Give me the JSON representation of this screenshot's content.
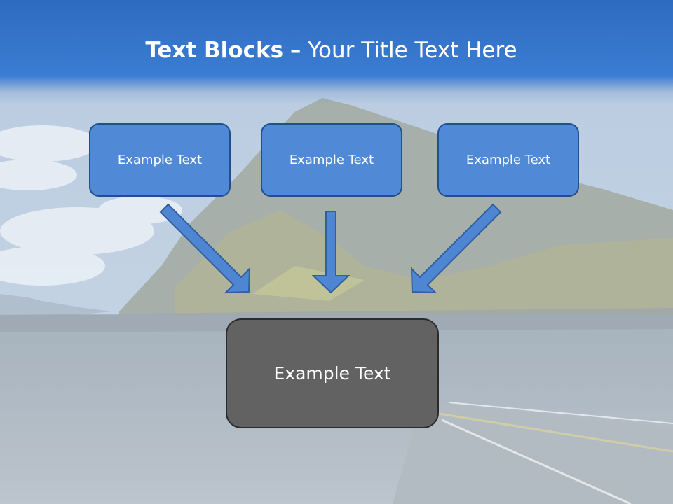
{
  "title": {
    "bold": "Text Blocks",
    "separator": "–",
    "rest": "Your Title Text Here"
  },
  "diagram": {
    "top_boxes": [
      {
        "label": "Example Text"
      },
      {
        "label": "Example Text"
      },
      {
        "label": "Example Text"
      }
    ],
    "target_box": {
      "label": "Example Text"
    }
  },
  "colors": {
    "title_band": "#3a7dd3",
    "box_fill": "#5089d6",
    "box_border": "#1f4f8f",
    "arrow_fill": "#4f86d3",
    "arrow_stroke": "#2f5f9f",
    "target_fill": "#626262",
    "target_border": "#2b2b2b"
  }
}
